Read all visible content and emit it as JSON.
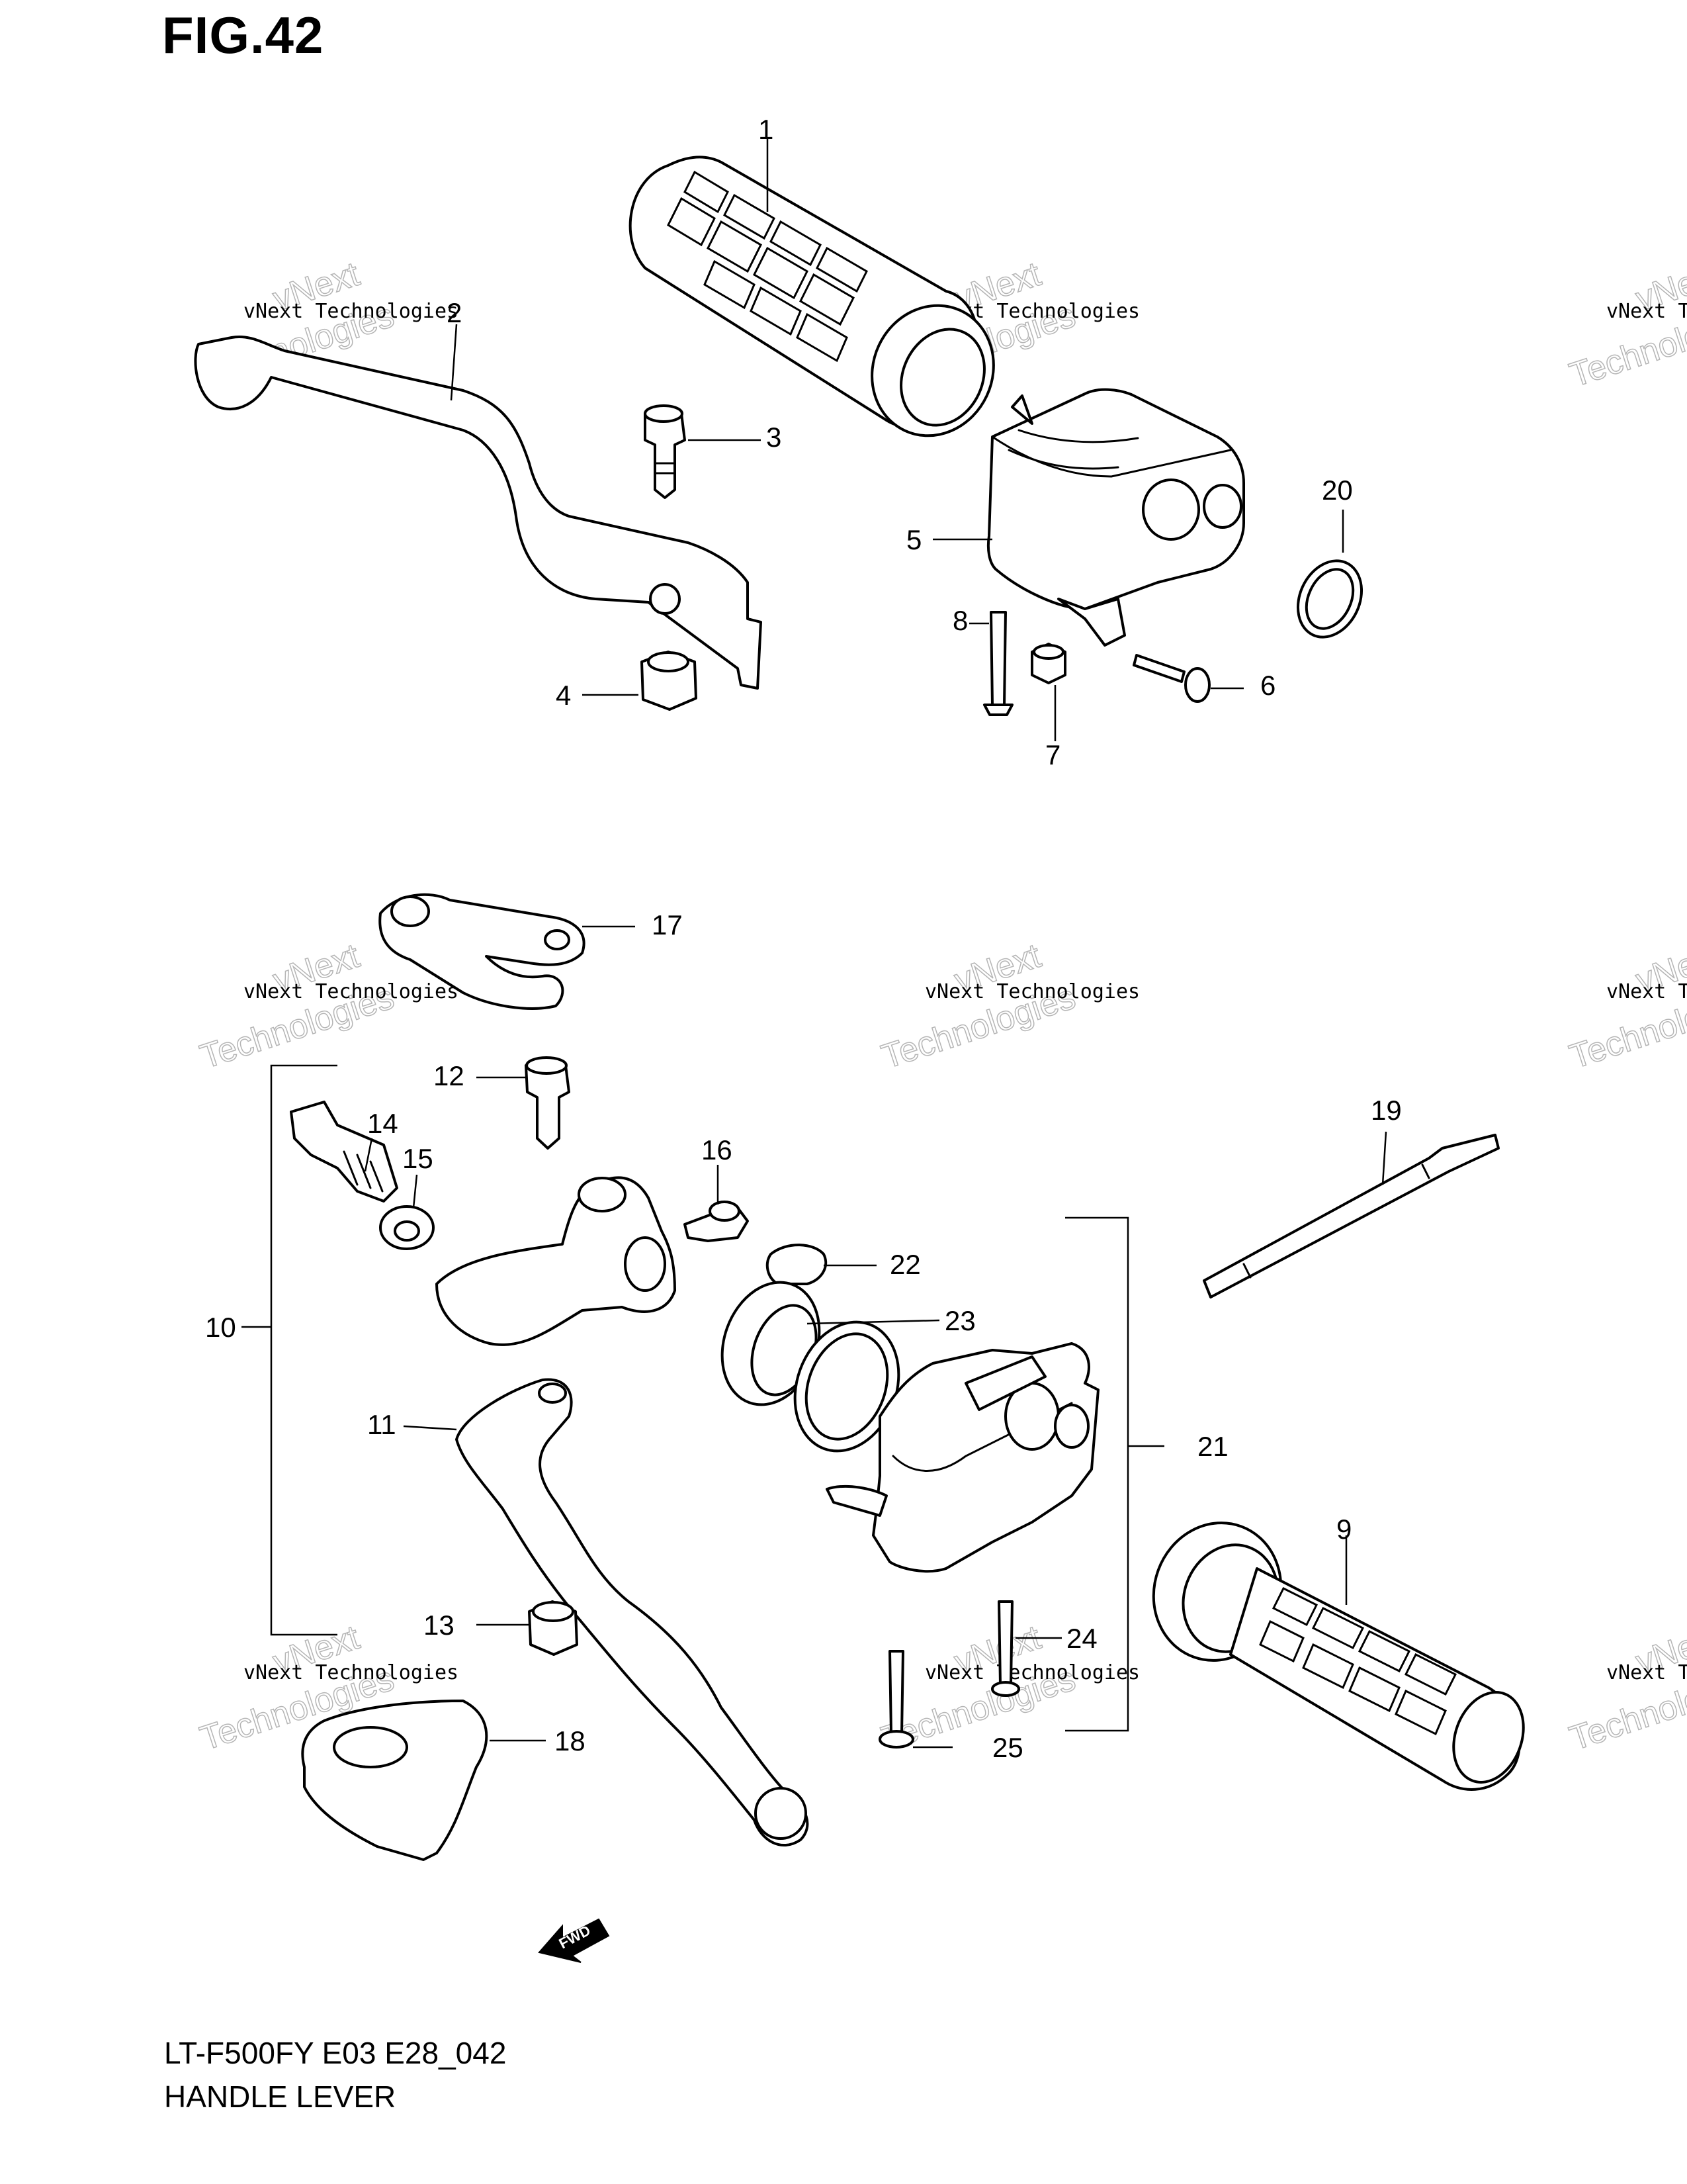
{
  "figure": {
    "title": "FIG.42"
  },
  "footer": {
    "model_code": "LT-F500FY E03 E28_042",
    "section_name": "HANDLE LEVER"
  },
  "watermark": {
    "line1": "vNext Technologies",
    "line2": "vNext",
    "line3": "Technologies"
  },
  "fwd_label": "FWD",
  "callouts": [
    "1",
    "2",
    "3",
    "4",
    "5",
    "6",
    "7",
    "8",
    "9",
    "10",
    "11",
    "12",
    "13",
    "14",
    "15",
    "16",
    "17",
    "18",
    "19",
    "20",
    "21",
    "22",
    "23",
    "24",
    "25"
  ]
}
